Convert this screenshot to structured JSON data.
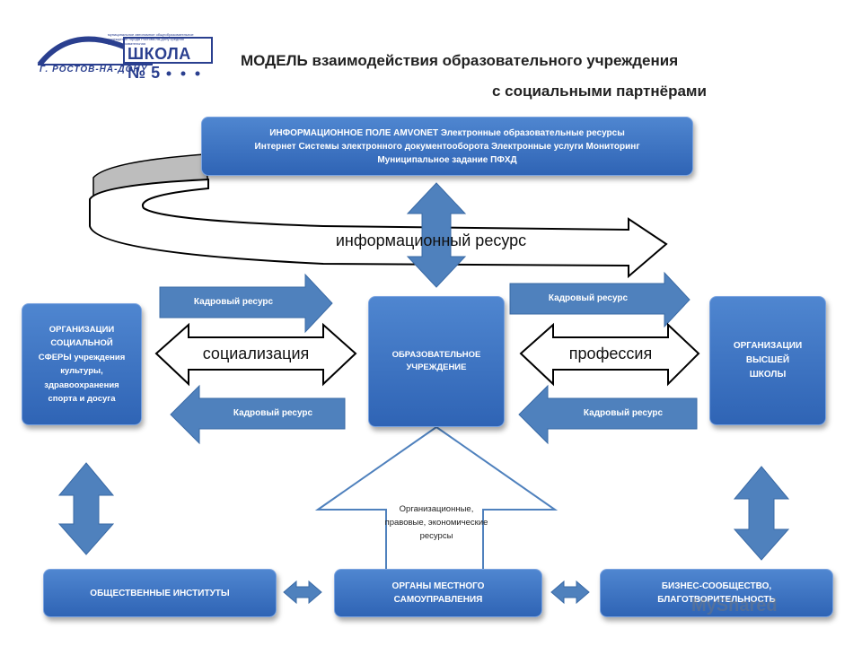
{
  "logo": {
    "school": "ШКОЛА № 5",
    "city": "Г. РОСТОВ-НА-ДОНУ",
    "tiny_text": "муниципальное автономное общеобразовательное учреждение города Ростова-на-Дону средняя общеобразовательная"
  },
  "title": {
    "line1": "МОДЕЛЬ взаимодействия  образовательного учреждения",
    "line2": "с социальными партнёрами"
  },
  "info_field": {
    "line1": "ИНФОРМАЦИОННОЕ ПОЛЕ      AMVONET   Электронные образовательные ресурсы",
    "line2": "Интернет  Системы электронного документооборота  Электронные услуги   Мониторинг",
    "line3": "Муниципальное задание   ПФХД"
  },
  "info_resource": "информационный ресурс",
  "center_box": "ОБРАЗОВАТЕЛЬНОЕ УЧРЕЖДЕНИЕ",
  "left_box": "ОРГАНИЗАЦИИ СОЦИАЛЬНОЙ СФЕРЫ учреждения культуры, здравоохранения спорта и досуга",
  "right_box": "ОРГАНИЗАЦИИ ВЫСШЕЙ ШКОЛЫ",
  "socialization": "социализация",
  "profession": "профессия",
  "staff_resource": "Кадровый ресурс",
  "org_resources": "Организационные, правовые, экономические ресурсы",
  "bottom_left": "ОБЩЕСТВЕННЫЕ ИНСТИТУТЫ",
  "bottom_center": "ОРГАНЫ МЕСТНОГО САМОУПРАВЛЕНИЯ",
  "bottom_right": "БИЗНЕС-СООБЩЕСТВО, БЛАГОТВОРИТЕЛЬНОСТЬ",
  "watermark": "MyShared",
  "colors": {
    "box_blue": "#3a70c0",
    "arrow_blue": "#4f81bd",
    "outline": "#000000"
  }
}
